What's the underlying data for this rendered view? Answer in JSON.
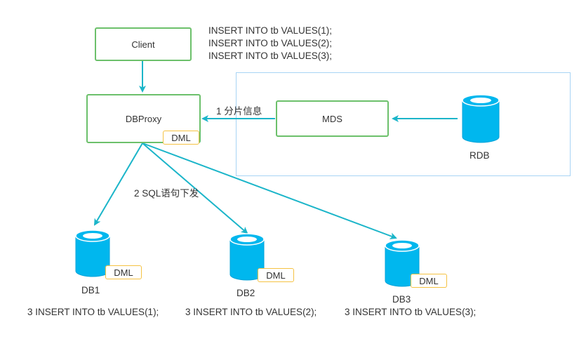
{
  "client": {
    "label": "Client"
  },
  "client_sql": [
    "INSERT INTO tb VALUES(1);",
    "INSERT INTO tb VALUES(2);",
    "INSERT INTO tb VALUES(3);"
  ],
  "dbproxy": {
    "label": "DBProxy",
    "badge": "DML"
  },
  "mds": {
    "label": "MDS"
  },
  "rdb": {
    "label": "RDB"
  },
  "edge_labels": {
    "shard_info": "1 分片信息",
    "sql_dispatch": "2 SQL语句下发"
  },
  "databases": [
    {
      "label": "DB1",
      "badge": "DML",
      "sql": "3 INSERT INTO tb VALUES(1);"
    },
    {
      "label": "DB2",
      "badge": "DML",
      "sql": "3 INSERT INTO tb VALUES(2);"
    },
    {
      "label": "DB3",
      "badge": "DML",
      "sql": "3 INSERT INTO tb VALUES(3);"
    }
  ],
  "colors": {
    "arrow": "#1bb5c9",
    "box_border": "#6cc06b",
    "badge_border": "#f5c242",
    "db_fill": "#00b7ee",
    "region_border": "#a8d4f5"
  }
}
